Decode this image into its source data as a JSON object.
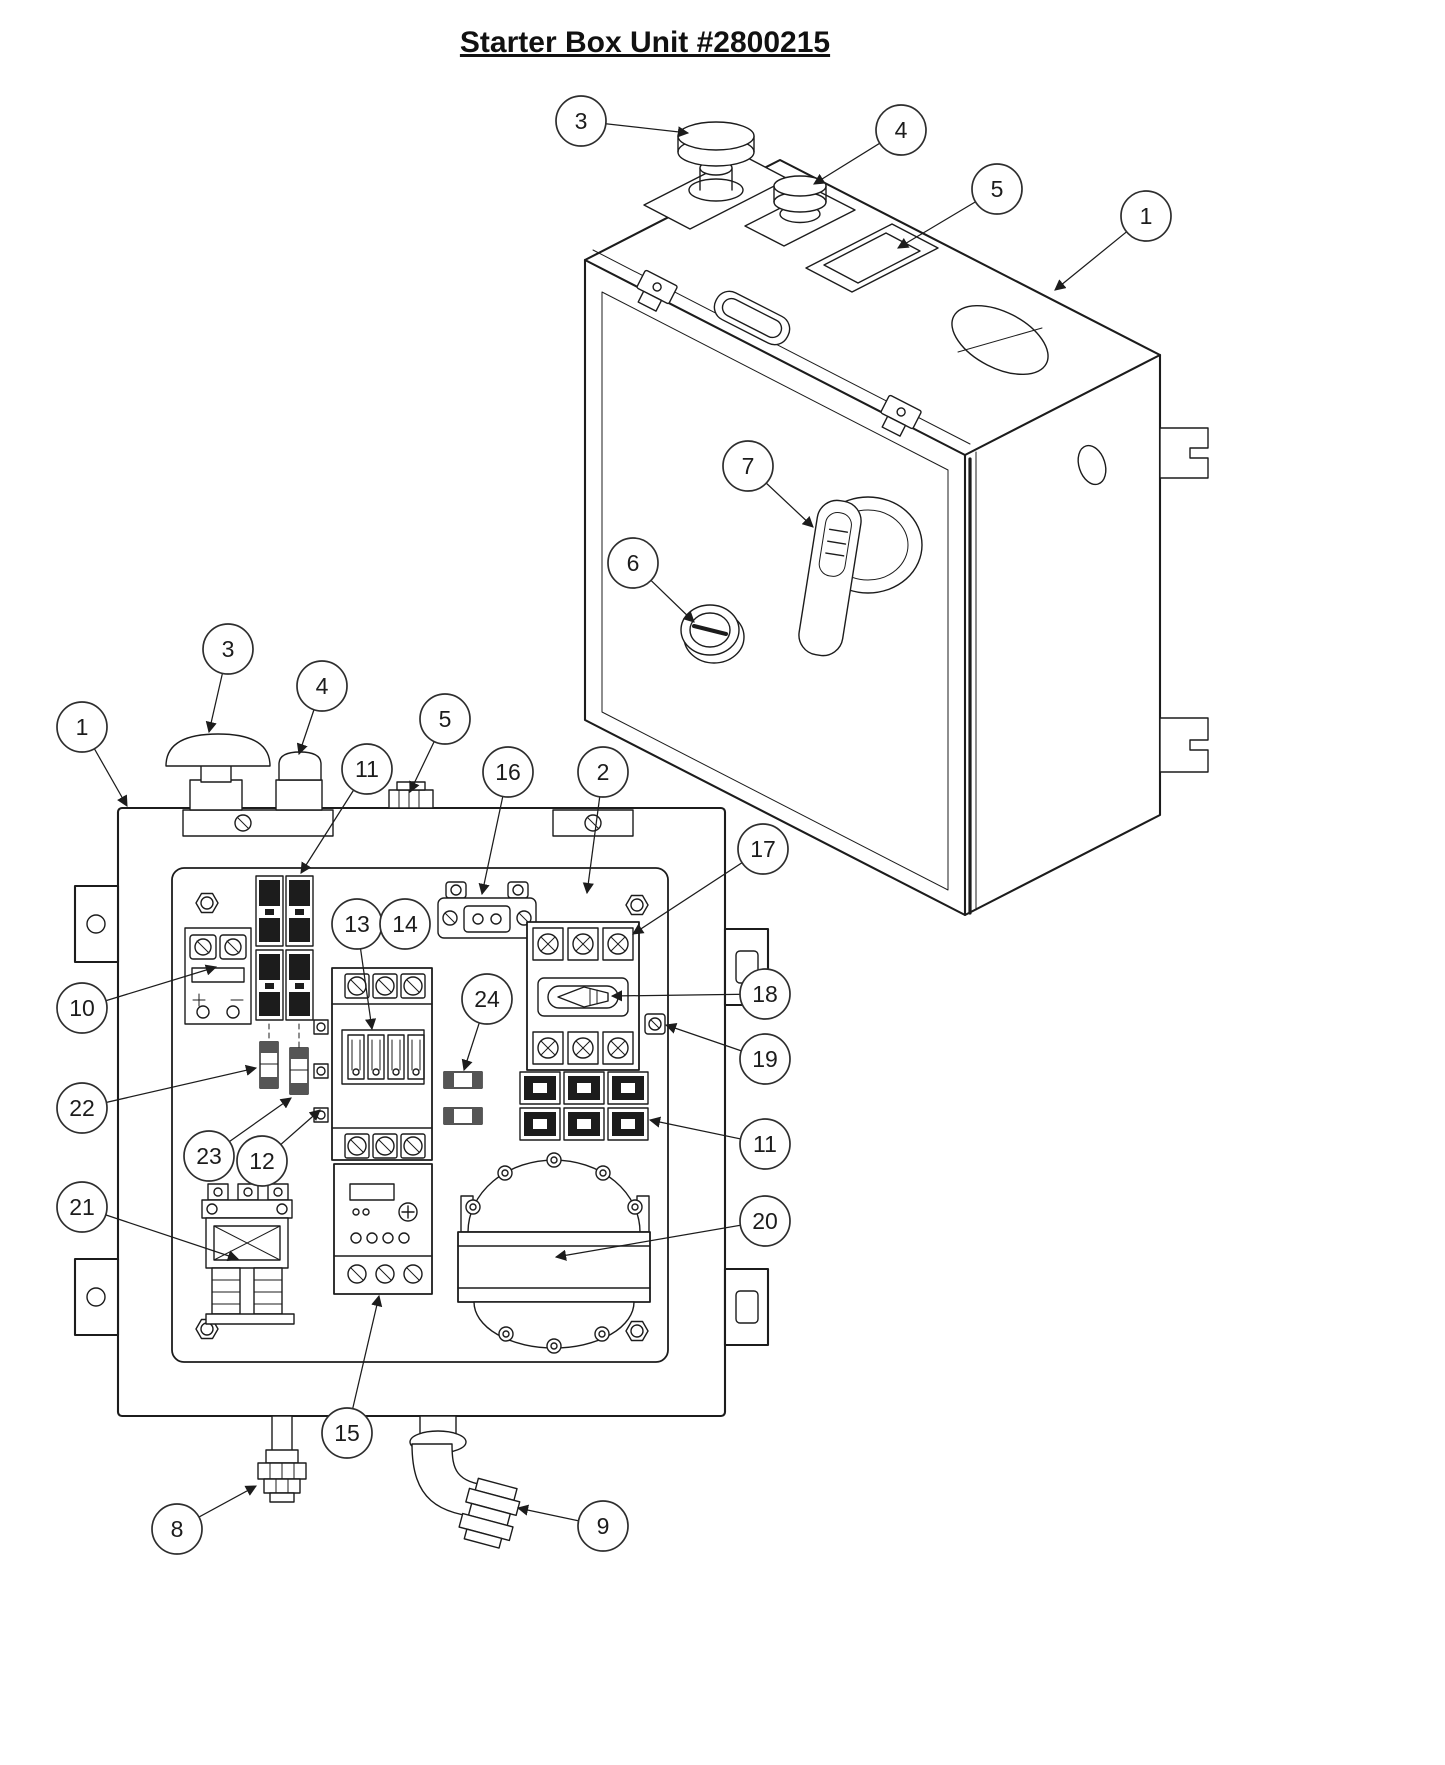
{
  "title": "Starter Box Unit #2800215",
  "callouts": {
    "iso": [
      {
        "label": "3"
      },
      {
        "label": "4"
      },
      {
        "label": "5"
      },
      {
        "label": "1"
      },
      {
        "label": "7"
      },
      {
        "label": "6"
      }
    ],
    "front": [
      {
        "label": "1"
      },
      {
        "label": "3"
      },
      {
        "label": "4"
      },
      {
        "label": "5"
      },
      {
        "label": "11"
      },
      {
        "label": "16"
      },
      {
        "label": "2"
      },
      {
        "label": "17"
      },
      {
        "label": "10"
      },
      {
        "label": "18"
      },
      {
        "label": "19"
      },
      {
        "label": "13"
      },
      {
        "label": "14"
      },
      {
        "label": "24"
      },
      {
        "label": "22"
      },
      {
        "label": "23"
      },
      {
        "label": "12"
      },
      {
        "label": "11"
      },
      {
        "label": "21"
      },
      {
        "label": "20"
      },
      {
        "label": "15"
      },
      {
        "label": "8"
      },
      {
        "label": "9"
      }
    ]
  }
}
